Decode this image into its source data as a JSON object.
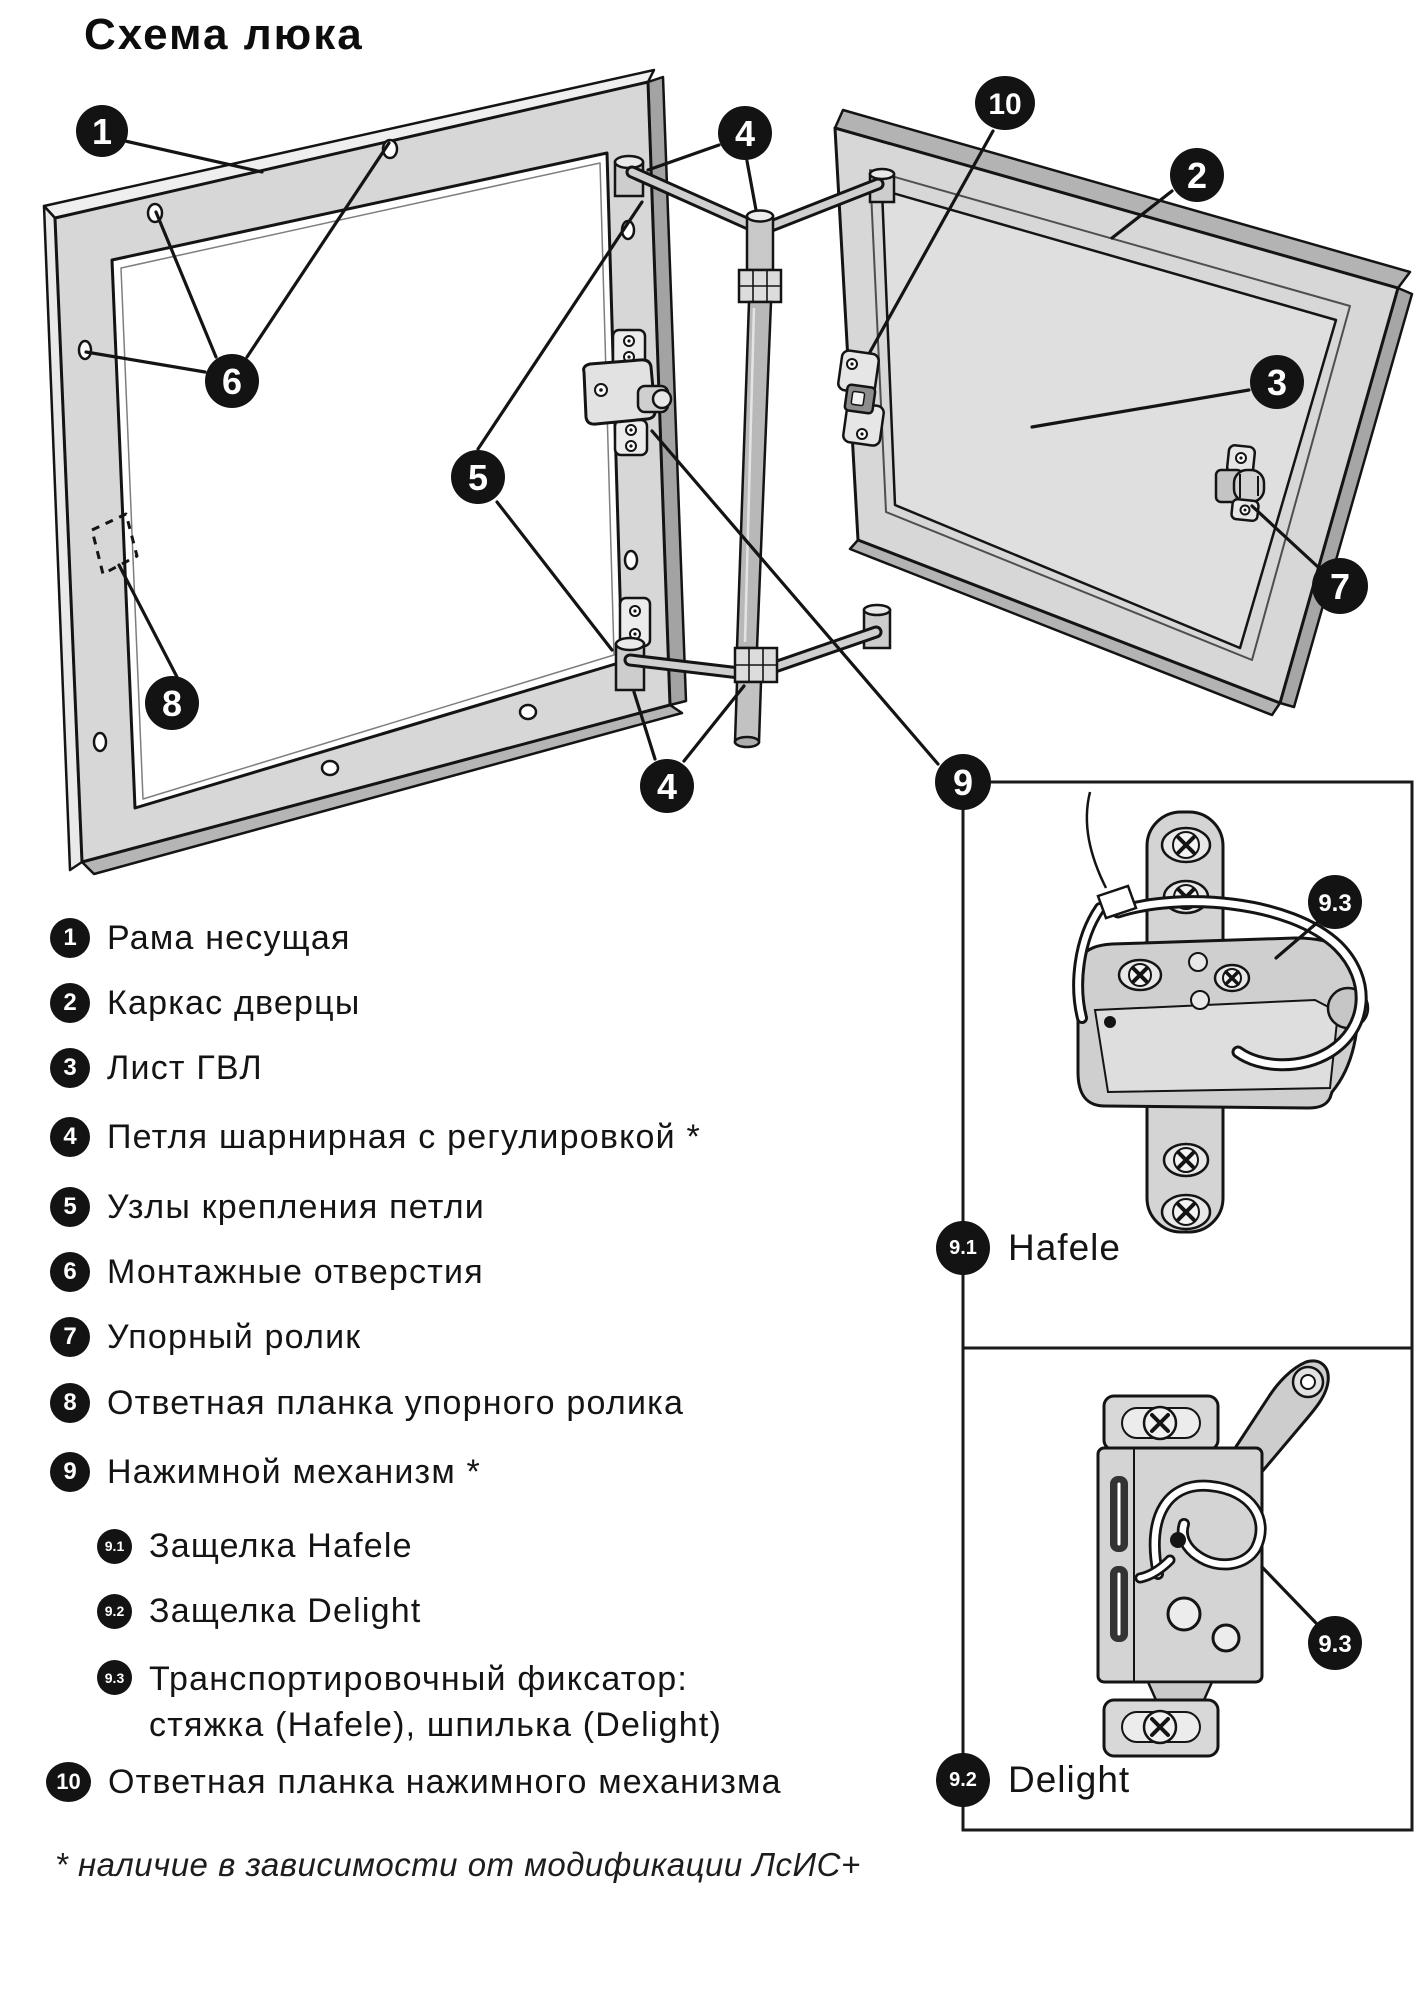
{
  "title": "Схема люка",
  "diagram": {
    "callouts": {
      "c1": "1",
      "c2": "2",
      "c3": "3",
      "c4": "4",
      "c5": "5",
      "c6": "6",
      "c7": "7",
      "c8": "8",
      "c9": "9",
      "c10": "10",
      "c93": "9.3"
    }
  },
  "legend": {
    "items": [
      {
        "num": "1",
        "text": "Рама несущая"
      },
      {
        "num": "2",
        "text": "Каркас дверцы"
      },
      {
        "num": "3",
        "text": "Лист ГВЛ"
      },
      {
        "num": "4",
        "text": "Петля шарнирная с регулировкой *"
      },
      {
        "num": "5",
        "text": "Узлы крепления петли"
      },
      {
        "num": "6",
        "text": "Монтажные отверстия"
      },
      {
        "num": "7",
        "text": "Упорный ролик"
      },
      {
        "num": "8",
        "text": "Ответная планка упорного ролика"
      },
      {
        "num": "9",
        "text": "Нажимной механизм *"
      },
      {
        "num": "9.1",
        "text": "Защелка Hafele"
      },
      {
        "num": "9.2",
        "text": "Защелка Delight"
      },
      {
        "num": "9.3",
        "text": "Транспортировочный фиксатор:",
        "text2": "стяжка (Hafele), шпилька (Delight)"
      },
      {
        "num": "10",
        "text": "Ответная планка нажимного механизма"
      }
    ]
  },
  "panels": [
    {
      "badge": "9.1",
      "label": "Hafele"
    },
    {
      "badge": "9.2",
      "label": "Delight"
    }
  ],
  "footnote": "* наличие в зависимости от модификации ЛсИС+",
  "colors": {
    "line": "#141414",
    "fill_light": "#d7d7d7",
    "fill_sheet": "#dfdfdf",
    "badge": "#131313",
    "background": "#ffffff"
  }
}
